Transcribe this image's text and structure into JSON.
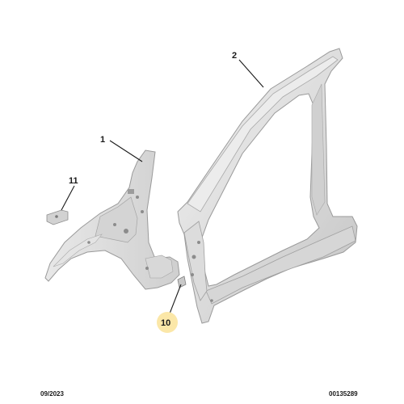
{
  "callouts": [
    {
      "id": "1",
      "label": "1"
    },
    {
      "id": "2",
      "label": "2"
    },
    {
      "id": "11",
      "label": "11"
    },
    {
      "id": "10",
      "label": "10"
    }
  ],
  "highlight_color": "#fbe7a8",
  "footer": {
    "date": "09/2023",
    "reference": "00135289"
  }
}
